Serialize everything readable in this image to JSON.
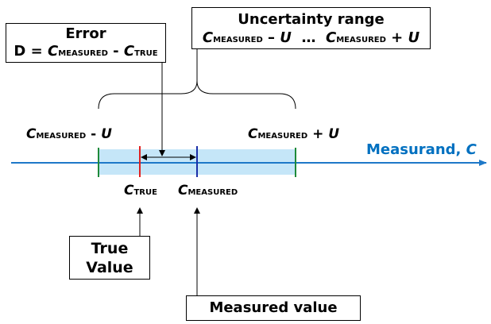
{
  "error_box": {
    "title": "Error",
    "prefix": "D = ",
    "c1": "C",
    "sub1": "MEASURED",
    "minus": " - ",
    "c2": "C",
    "sub2": "TRUE"
  },
  "uncertainty_box": {
    "title": "Uncertainty range",
    "c1": "C",
    "sub1": "MEASURED",
    "op1": " – ",
    "u1": "U",
    "dots": "  …  ",
    "c2": "C",
    "sub2": "MEASURED",
    "op2": " + ",
    "u2": "U"
  },
  "axis": {
    "label": "Measurand, ",
    "var": "C"
  },
  "labels": {
    "lower_c": "C",
    "lower_sub": "MEASURED",
    "lower_op": " - ",
    "lower_u": "U",
    "upper_c": "C",
    "upper_sub": "MEASURED",
    "upper_op": " + ",
    "upper_u": "U",
    "true_c": "C",
    "true_sub": "TRUE",
    "meas_c": "C",
    "meas_sub": "MEASURED"
  },
  "true_value_box": {
    "line1": "True",
    "line2": "Value"
  },
  "measured_value_box": {
    "text": "Measured value"
  },
  "colors": {
    "axis": "#1e78c8",
    "band": "#c5e6f8",
    "bound_marker": "#1e8a3a",
    "true_marker": "#e02020",
    "measured_marker": "#1a2fa8"
  }
}
